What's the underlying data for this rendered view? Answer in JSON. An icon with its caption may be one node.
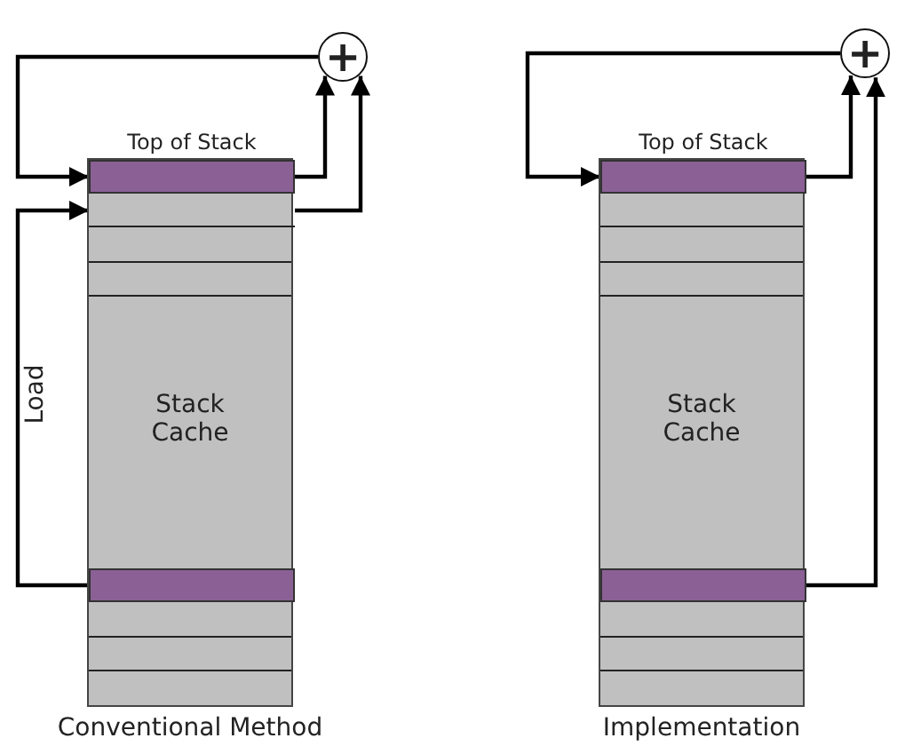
{
  "diagram": {
    "nodes": [
      {
        "text": [
          "Stack Cache"
        ],
        "beside": [
          "Conventional Method"
        ]
      },
      {
        "text": [
          "Top of Stack"
        ],
        "in": 0
      },
      {
        "text": [],
        "shape": "bar",
        "in": 0
      },
      {
        "text": [],
        "shape": "bar",
        "in": 0
      },
      {
        "text": [
          "+"
        ]
      },
      {
        "text": [
          "Stack Cache"
        ],
        "beside": [
          "Implementation"
        ]
      },
      {
        "text": [
          "Top of Stack"
        ],
        "in": 5
      },
      {
        "text": [],
        "shape": "bar",
        "in": 5
      },
      {
        "text": [
          "+"
        ]
      }
    ],
    "edges": [
      {
        "from": 1,
        "to": 4,
        "arrow": "to"
      },
      {
        "from": 2,
        "to": 4,
        "arrow": "to"
      },
      {
        "from": 4,
        "to": 1,
        "arrow": "to"
      },
      {
        "from": 3,
        "to": 2,
        "arrow": "to",
        "label": "Load"
      },
      {
        "from": 6,
        "to": 8,
        "arrow": "to"
      },
      {
        "from": 7,
        "to": 8,
        "arrow": "to"
      },
      {
        "from": 8,
        "to": 6,
        "arrow": "to"
      }
    ]
  }
}
